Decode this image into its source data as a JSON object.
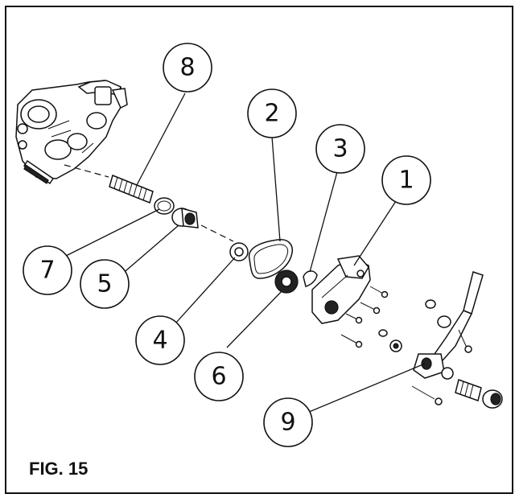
{
  "figure": {
    "label": "FIG. 15"
  },
  "callouts": [
    {
      "number": "8"
    },
    {
      "number": "2"
    },
    {
      "number": "3"
    },
    {
      "number": "1"
    },
    {
      "number": "7"
    },
    {
      "number": "5"
    },
    {
      "number": "4"
    },
    {
      "number": "6"
    },
    {
      "number": "9"
    }
  ],
  "colors": {
    "line": "#111111",
    "background": "#ffffff"
  }
}
